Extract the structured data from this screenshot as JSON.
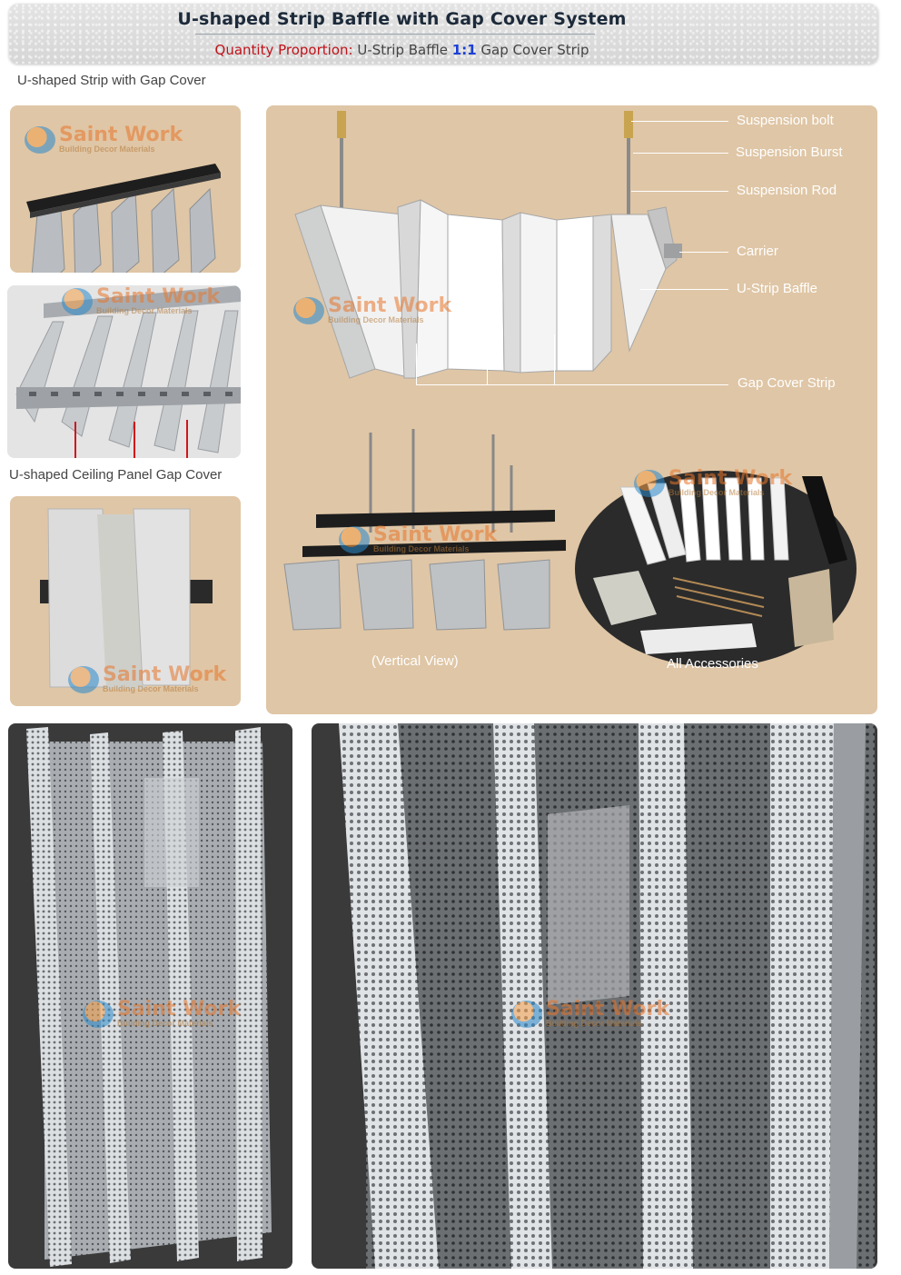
{
  "header": {
    "title": "U-shaped Strip Baffle with Gap Cover System",
    "proportion_label": "Quantity Proportion:",
    "left_item": "U-Strip Baffle",
    "ratio": "1:1",
    "right_item": "Gap Cover Strip"
  },
  "section_label": "U-shaped Strip with Gap Cover",
  "left_photos": {
    "caption_middle": "U-shaped Ceiling Panel Gap Cover"
  },
  "diagram": {
    "callouts": [
      "Suspension bolt",
      "Suspension Burst",
      "Suspension Rod",
      "Carrier",
      "U-Strip Baffle",
      "Gap Cover Strip"
    ],
    "vertical_view_caption": "(Vertical View)",
    "accessories_caption": "All Accessories"
  },
  "watermark": {
    "name": "Saint Work",
    "subtitle": "Building Decor Materials"
  },
  "colors": {
    "panel_tan": "#dfc6a6",
    "title_red": "#c0131a",
    "ratio_blue": "#1a3fd6"
  }
}
